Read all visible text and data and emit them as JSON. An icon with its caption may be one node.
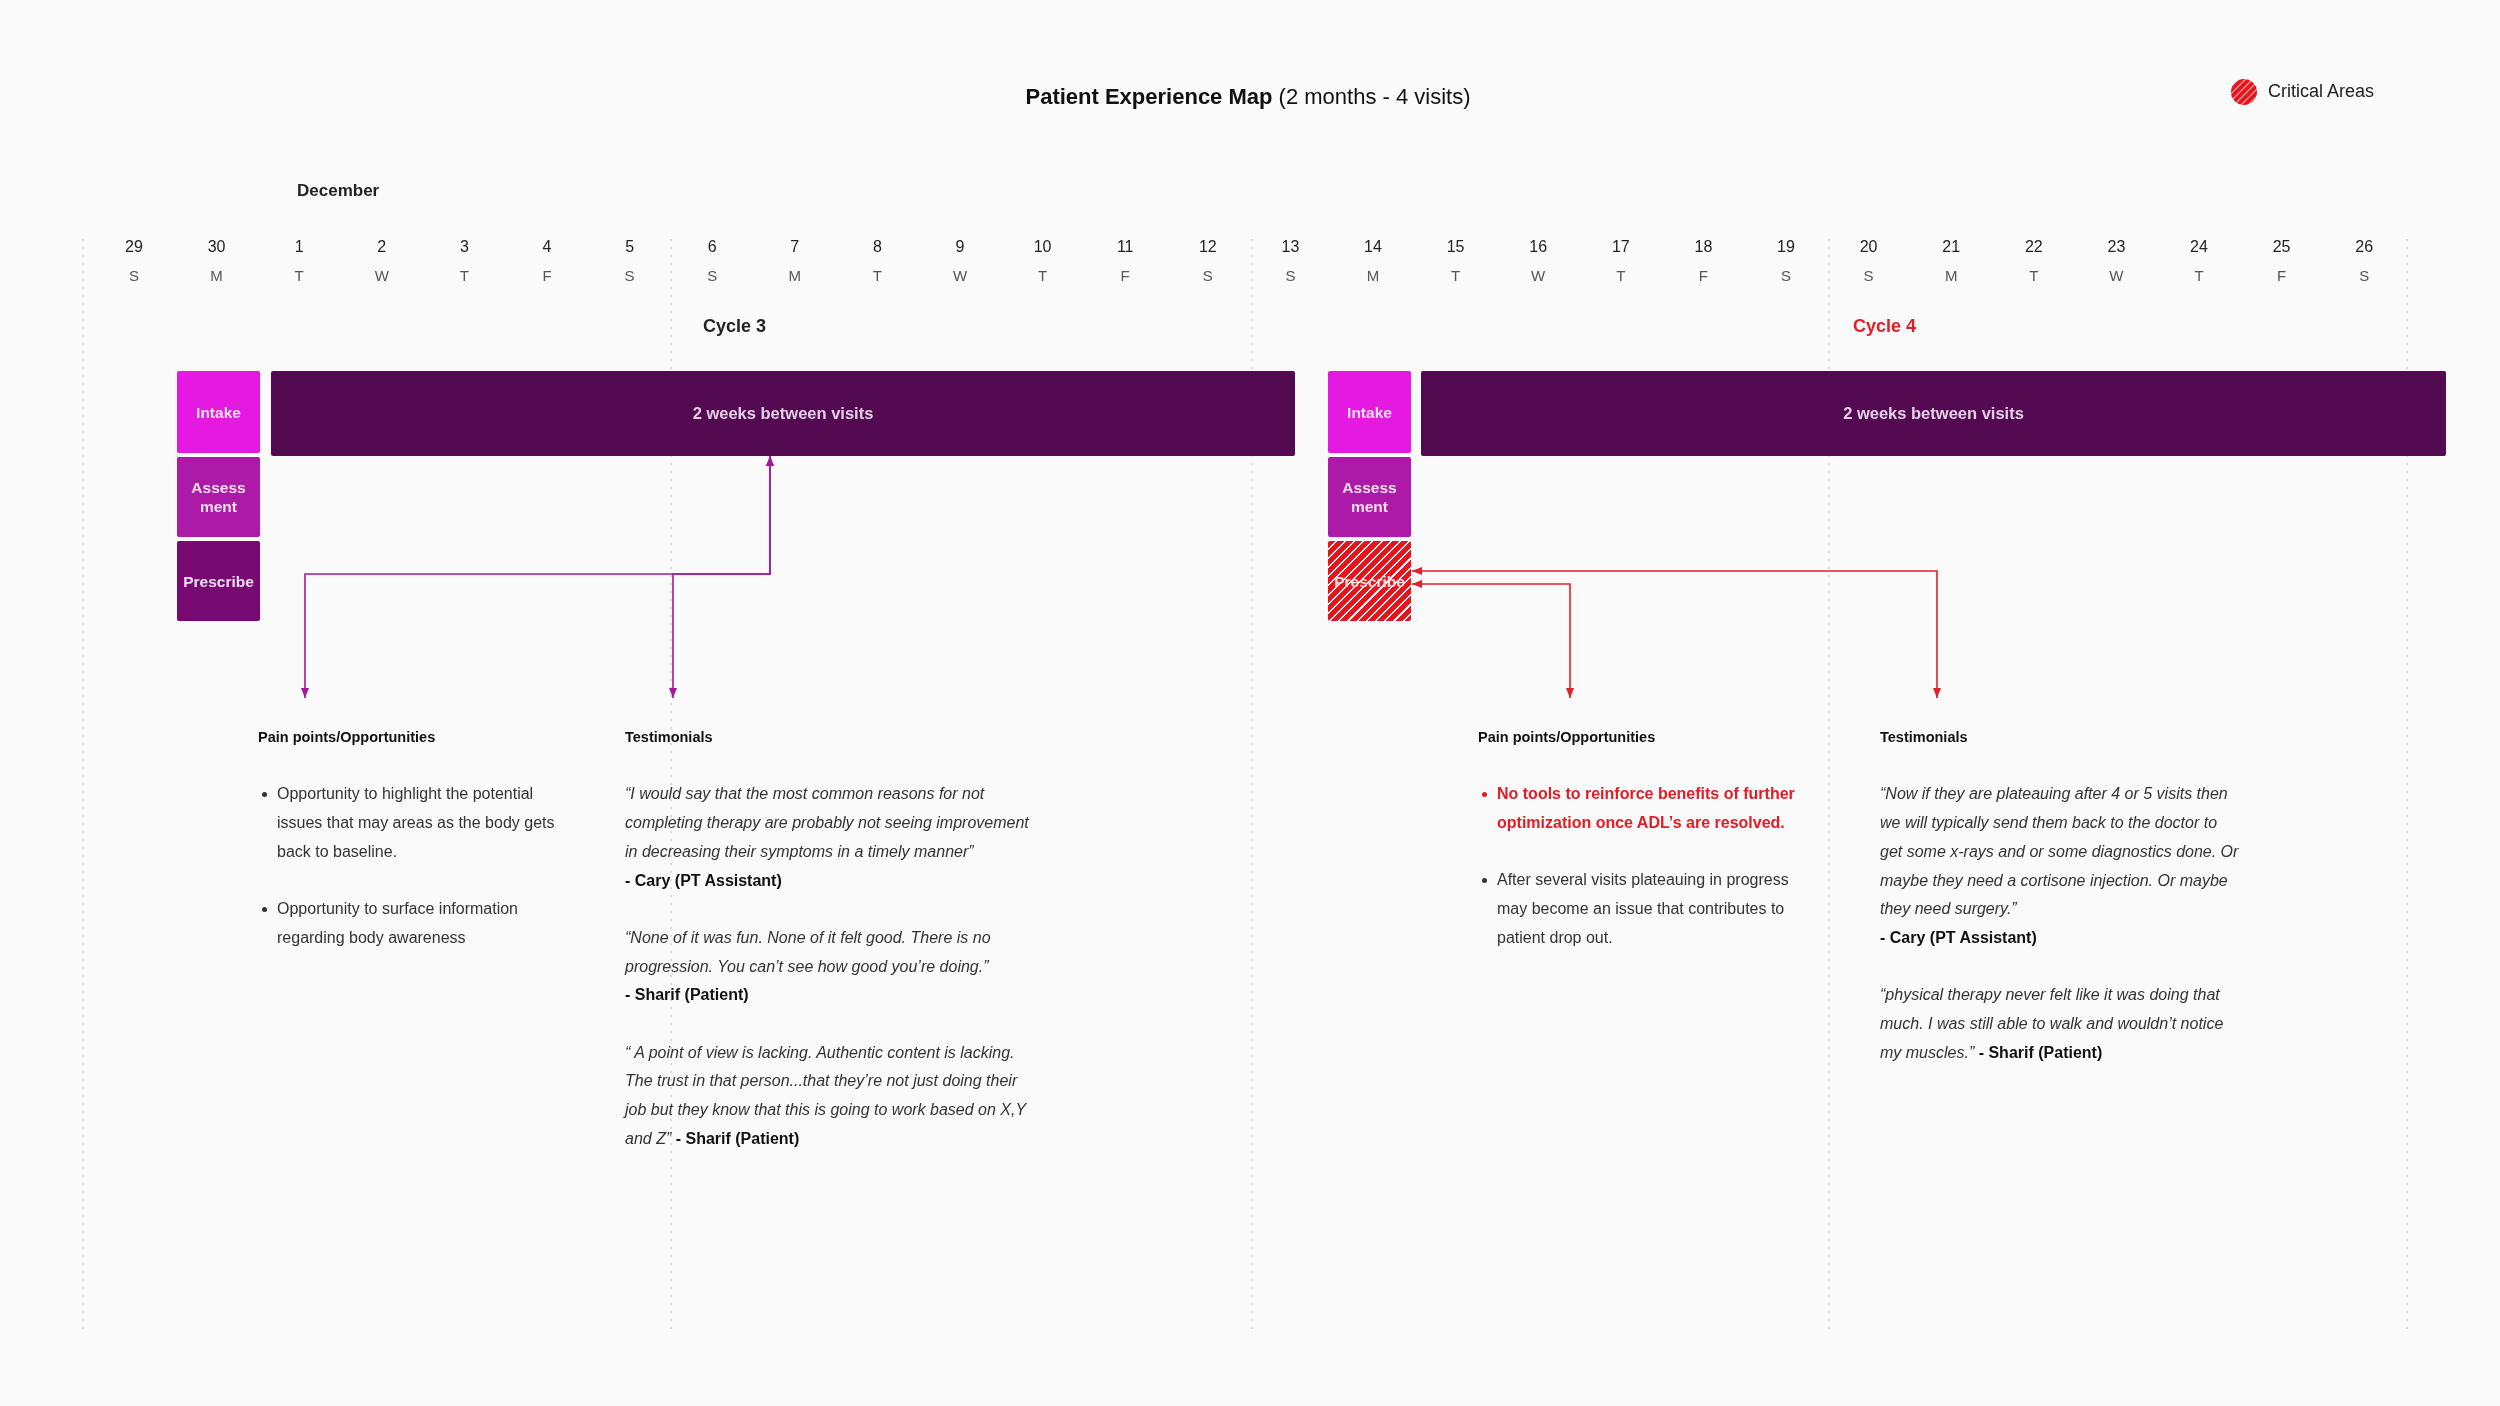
{
  "diagram": {
    "title": "**Patient Experience Map** (2 months - 4 visits)",
    "nodes": [
      {
        "text": [
          "Intake"
        ]
      },
      {
        "text": [
          "Assess ment"
        ]
      },
      {
        "text": [
          "Prescribe"
        ]
      },
      {
        "text": [
          "2 weeks between visits"
        ]
      },
      {
        "text": [
          "Intake"
        ]
      },
      {
        "text": [
          "Assess ment"
        ]
      },
      {
        "text": [
          "Prescribe"
        ]
      },
      {
        "text": [
          "2 weeks between visits"
        ]
      },
      {
        "text": [
          "Pain points/Opportunities",
          "Opportunity to highlight the potential issues that may areas as the body gets back to baseline.",
          "Opportunity to surface information regarding body awareness"
        ]
      },
      {
        "text": [
          "Testimonials",
          "“I would say that the most common reasons for not completing therapy are probably not seeing improvement in decreasing their symptoms in a timely manner”",
          "- Cary (PT Assistant)",
          "“None of it was fun. None of it felt good. There is no progression. You can’t see how good you’re doing.”",
          "- Sharif (Patient)",
          "“ A point of view is lacking. Authentic content is lacking. The trust in that person...that they’re not just doing their job but they know that this is going to work based on X,Y and Z” **- Sharif (Patient)**"
        ]
      },
      {
        "text": [
          "Pain points/Opportunities",
          "No tools to reinforce benefits of further optimization once ADL’s are resolved.",
          "After several visits plateauing in progress may become an issue that contributes to patient drop out."
        ]
      },
      {
        "text": [
          "Testimonials",
          "“Now if they are plateauing after 4 or 5 visits then we will typically send them back to the doctor to get some x-rays and or some diagnostics done. Or maybe they need a cortisone injection. Or maybe they need surgery.”",
          "- Cary (PT Assistant)",
          "“physical therapy never felt like it was doing that much. I was still able to walk and wouldn’t notice my muscles.” **- Sharif (Patient)**"
        ]
      }
    ],
    "edges": [
      {
        "from": 3,
        "to": 8,
        "arrow": "both",
        "color": "#a3189f"
      },
      {
        "from": 3,
        "to": 9,
        "arrow": "both",
        "color": "#a3189f"
      },
      {
        "from": 6,
        "to": 10,
        "arrow": "both",
        "color": "#e0202a"
      },
      {
        "from": 6,
        "to": 11,
        "arrow": "both",
        "color": "#e0202a"
      }
    ],
    "labels": [
      "December",
      "29",
      "30",
      "1",
      "2",
      "3",
      "4",
      "5",
      "6",
      "7",
      "8",
      "9",
      "10",
      "11",
      "12",
      "13",
      "14",
      "15",
      "16",
      "17",
      "18",
      "19",
      "20",
      "21",
      "22",
      "23",
      "24",
      "25",
      "26",
      "S",
      "M",
      "T",
      "W",
      "T",
      "F",
      "S",
      "S",
      "M",
      "T",
      "W",
      "T",
      "F",
      "S",
      "S",
      "M",
      "T",
      "W",
      "T",
      "F",
      "S",
      "S",
      "M",
      "T",
      "W",
      "T",
      "F",
      "S",
      "Cycle 3",
      "Cycle 4"
    ],
    "legend": [
      {
        "text": "Critical Areas",
        "color": "#e8141c"
      }
    ]
  }
}
